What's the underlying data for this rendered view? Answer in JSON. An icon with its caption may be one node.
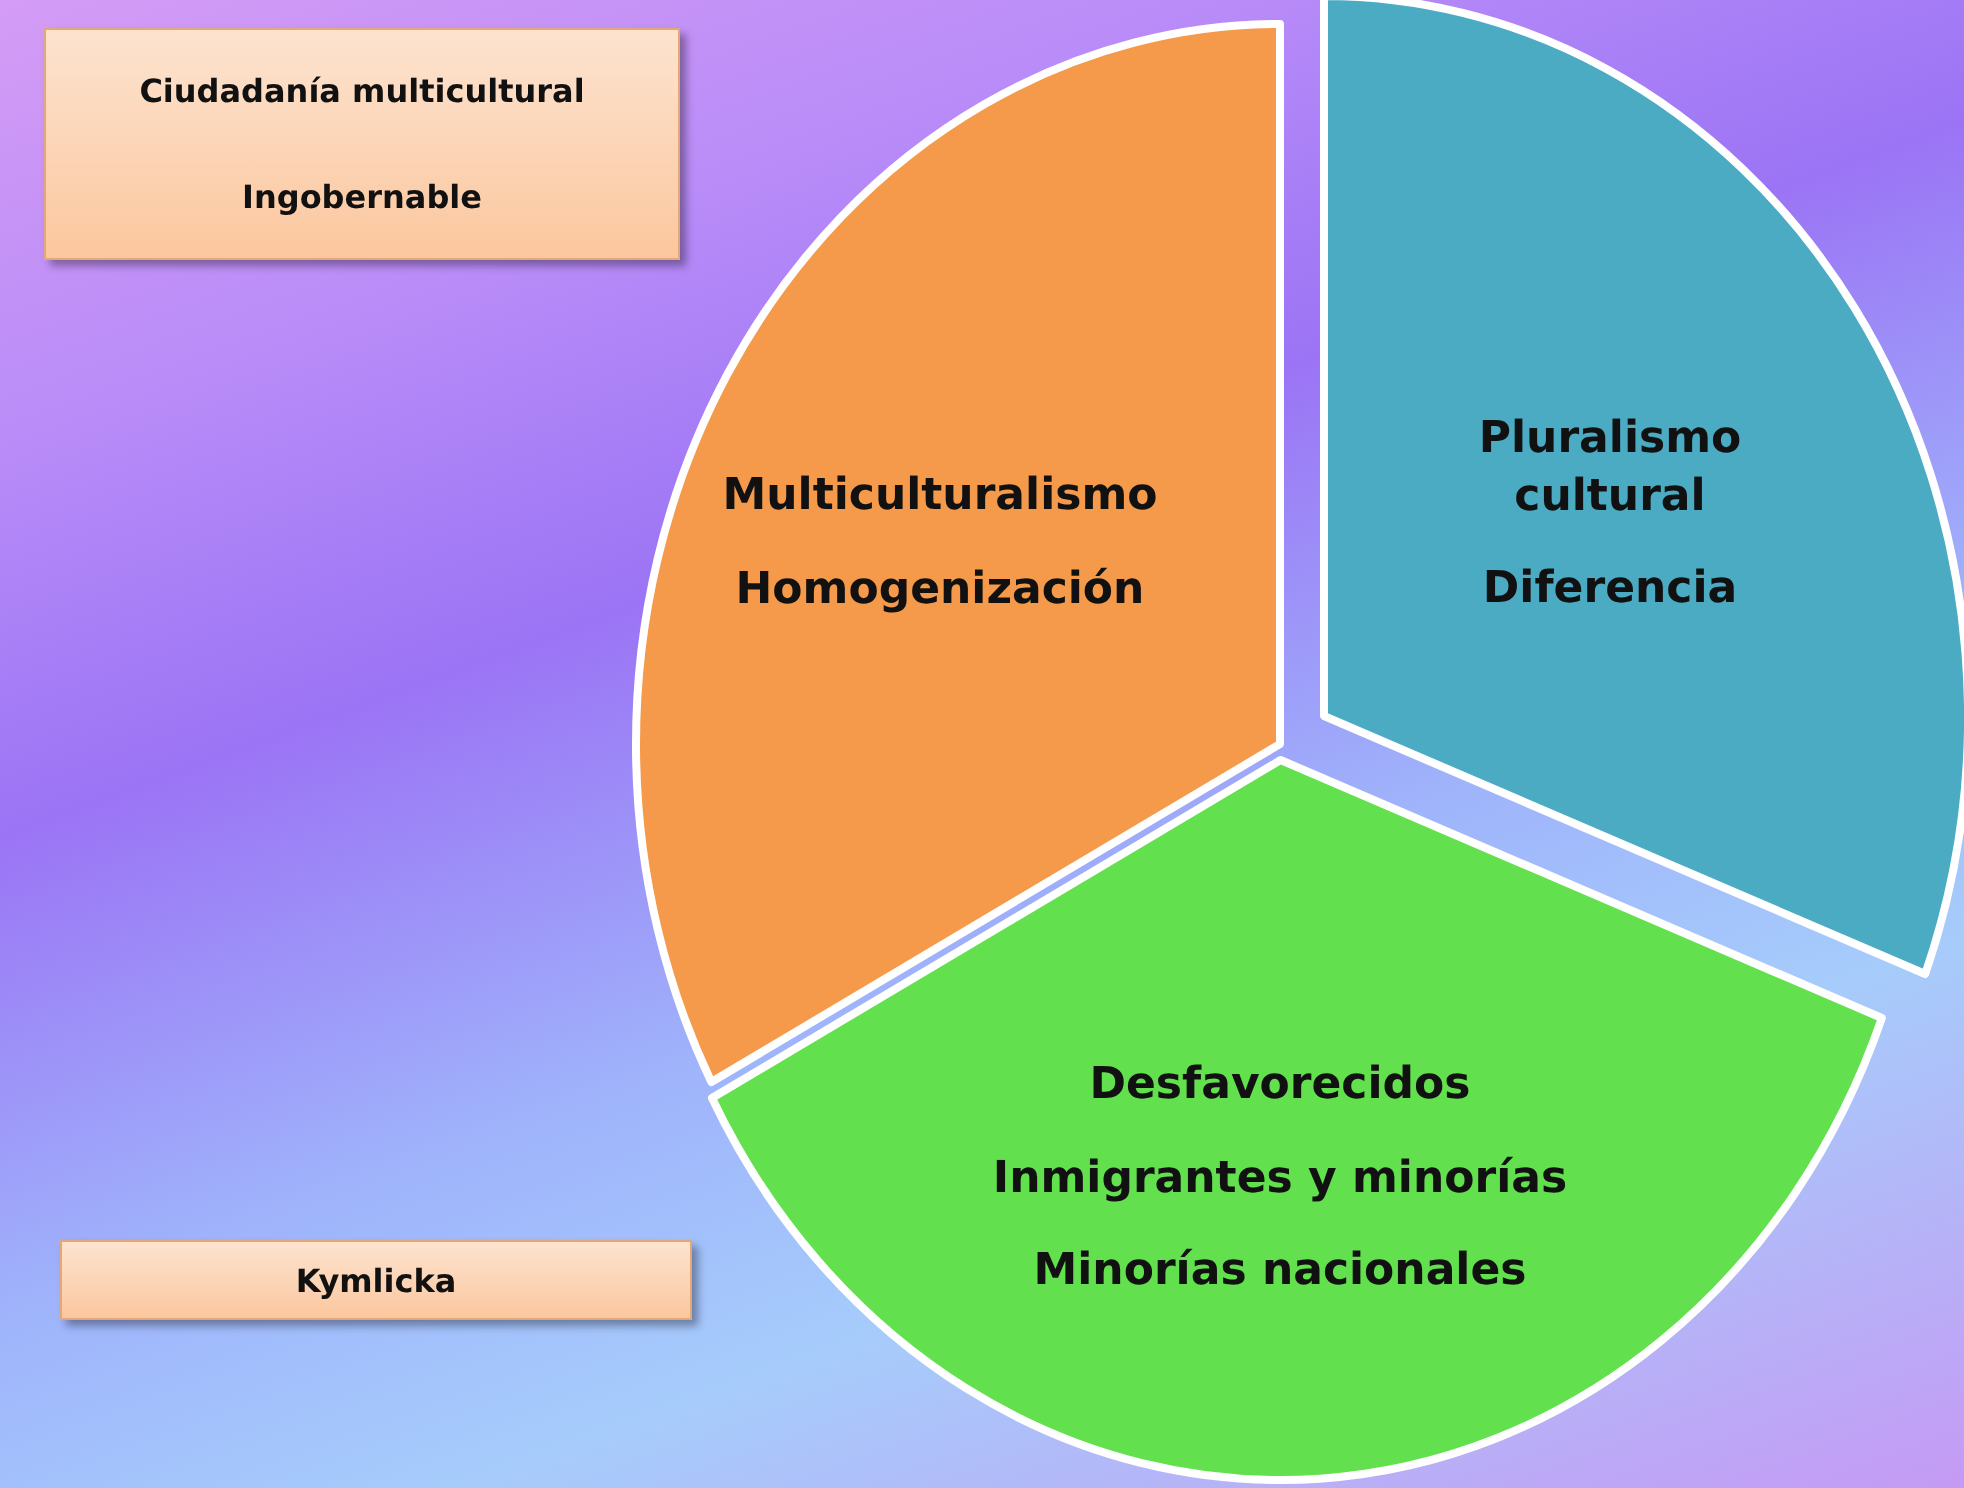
{
  "diagram": {
    "nodes": [
      {
        "text": [
          "Ciudadanía multicultural",
          "Ingobernable"
        ]
      },
      {
        "text": [
          "Multiculturalismo",
          "Homogenización"
        ]
      },
      {
        "text": [
          "Pluralismo cultural",
          "Diferencia"
        ]
      },
      {
        "text": [
          "Desfavorecidos",
          "Inmigrantes y minorías",
          "Minorías nacionales"
        ]
      },
      {
        "text": [
          "Kymlicka"
        ]
      }
    ]
  }
}
